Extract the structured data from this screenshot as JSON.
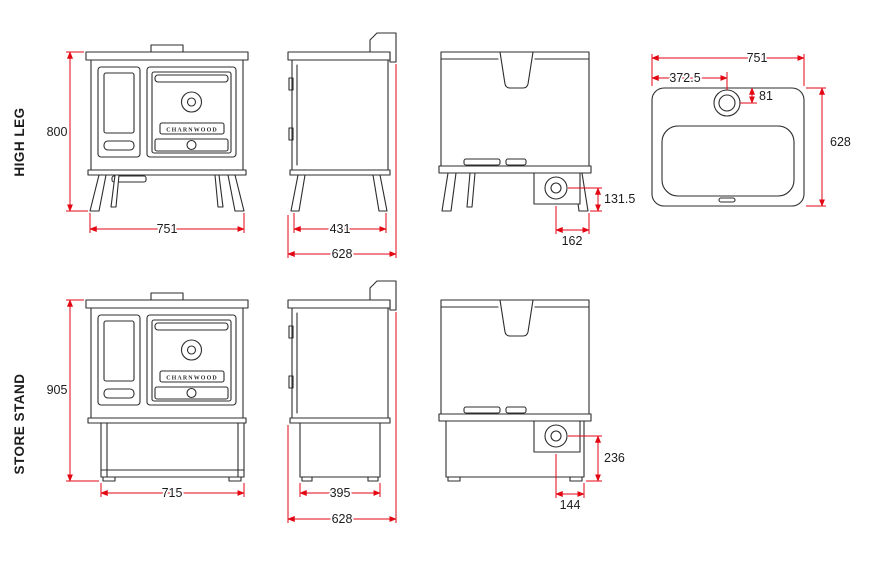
{
  "brand": "CHARNWOOD",
  "rows": [
    {
      "label": "HIGH LEG"
    },
    {
      "label": "STORE STAND"
    }
  ],
  "colors": {
    "dimension_line": "#e30613",
    "drawing_line": "#2e2e2e"
  },
  "dims": {
    "high_leg": {
      "front_height": "800",
      "front_width": "751",
      "side_body_depth": "431",
      "side_overall_depth": "628",
      "rear_outlet_height": "131.5",
      "rear_outlet_offset": "162",
      "top_width": "751",
      "top_flue_centre": "372.5",
      "top_flue_to_rear": "81",
      "top_depth": "628"
    },
    "store_stand": {
      "front_height": "905",
      "front_width": "715",
      "side_base_depth": "395",
      "side_overall_depth": "628",
      "rear_outlet_height": "236",
      "rear_outlet_offset": "144"
    }
  }
}
